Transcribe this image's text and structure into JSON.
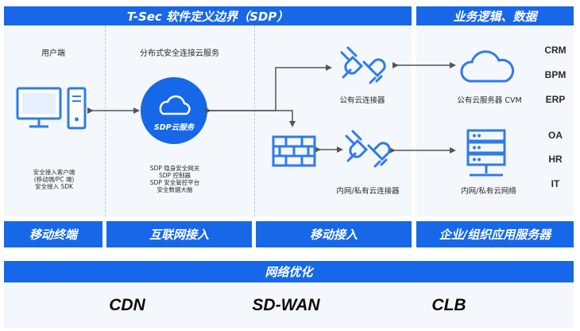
{
  "header": {
    "sdp_title": "T-Sec 软件定义边界（SDP）",
    "business_title": "业务逻辑、数据"
  },
  "column1": {
    "title": "用户端",
    "desc_lines": [
      "安全接入客户端",
      "(移动端/PC 端)",
      "安全接入 SDK"
    ]
  },
  "column2": {
    "title": "分布式安全连接云服务",
    "cloud_label": "SDP云服务",
    "desc_lines": [
      "SDP 隐身安全网关",
      "SDP 控制器",
      "SDP 安全管控平台",
      "安全数据大脑"
    ]
  },
  "column3": {
    "public_connector": "公有云连接器",
    "private_connector": "内网/私有云连接器"
  },
  "column4": {
    "public_server": "公有云服务器 CVM",
    "private_network": "内网/私有云网络",
    "apps": [
      "CRM",
      "BPM",
      "ERP",
      "OA",
      "HR",
      "IT"
    ]
  },
  "category_bar": [
    "移动终端",
    "互联网接入",
    "移动接入",
    "企业/组织应用服务器"
  ],
  "network": {
    "title": "网络优化",
    "items": [
      "CDN",
      "SD-WAN",
      "CLB"
    ]
  },
  "colors": {
    "accent": "#1668e8",
    "panel": "#f4f7fc",
    "icon": "#2f7bea"
  }
}
